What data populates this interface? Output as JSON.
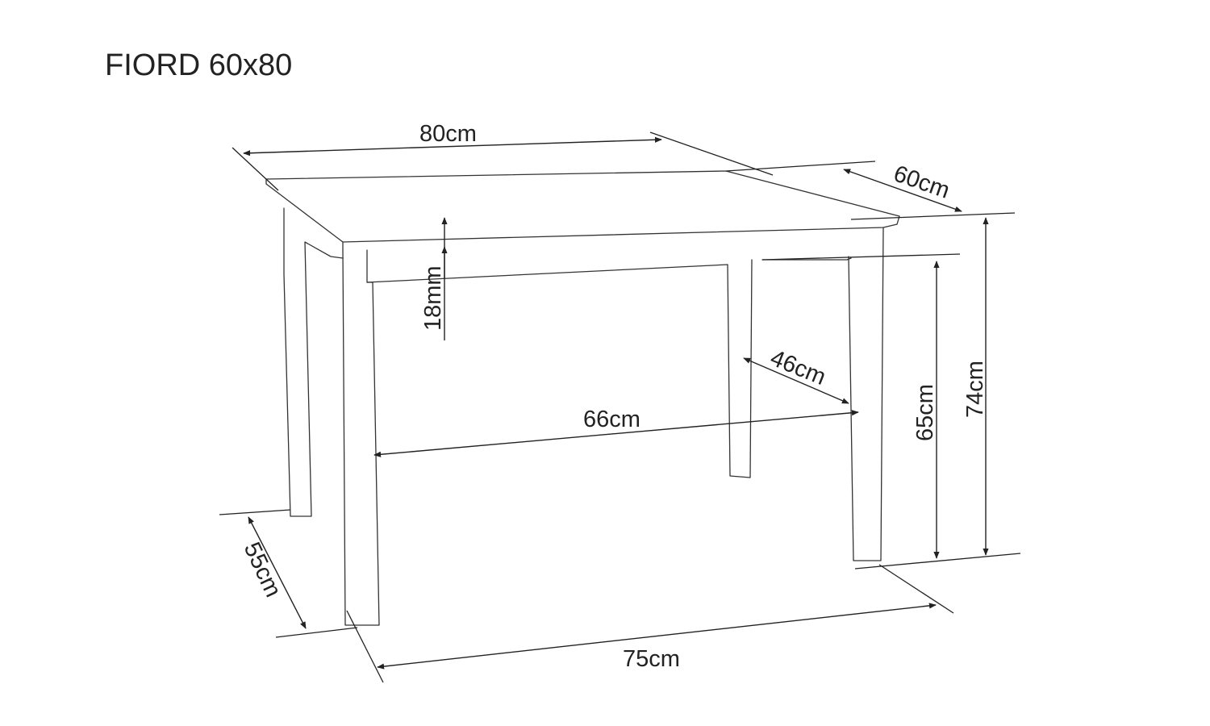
{
  "title": "FIORD 60x80",
  "dimensions": {
    "top_width": "80cm",
    "top_depth": "60cm",
    "top_thickness": "18mm",
    "inner_depth": "46cm",
    "inner_width": "66cm",
    "clearance_height": "65cm",
    "total_height": "74cm",
    "leg_depth": "55cm",
    "leg_width": "75cm"
  },
  "colors": {
    "line": "#222222",
    "background": "#ffffff"
  }
}
